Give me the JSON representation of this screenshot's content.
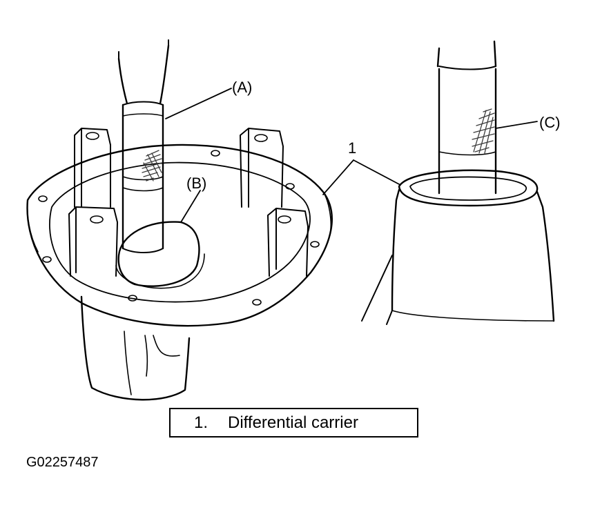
{
  "callouts": {
    "a": "(A)",
    "b": "(B)",
    "c": "(C)",
    "one": "1"
  },
  "legend": {
    "number": "1.",
    "text": "Differential carrier"
  },
  "figure_id": "G02257487",
  "colors": {
    "ink": "#000000",
    "paper": "#ffffff",
    "shading": "#3a3a3a"
  }
}
